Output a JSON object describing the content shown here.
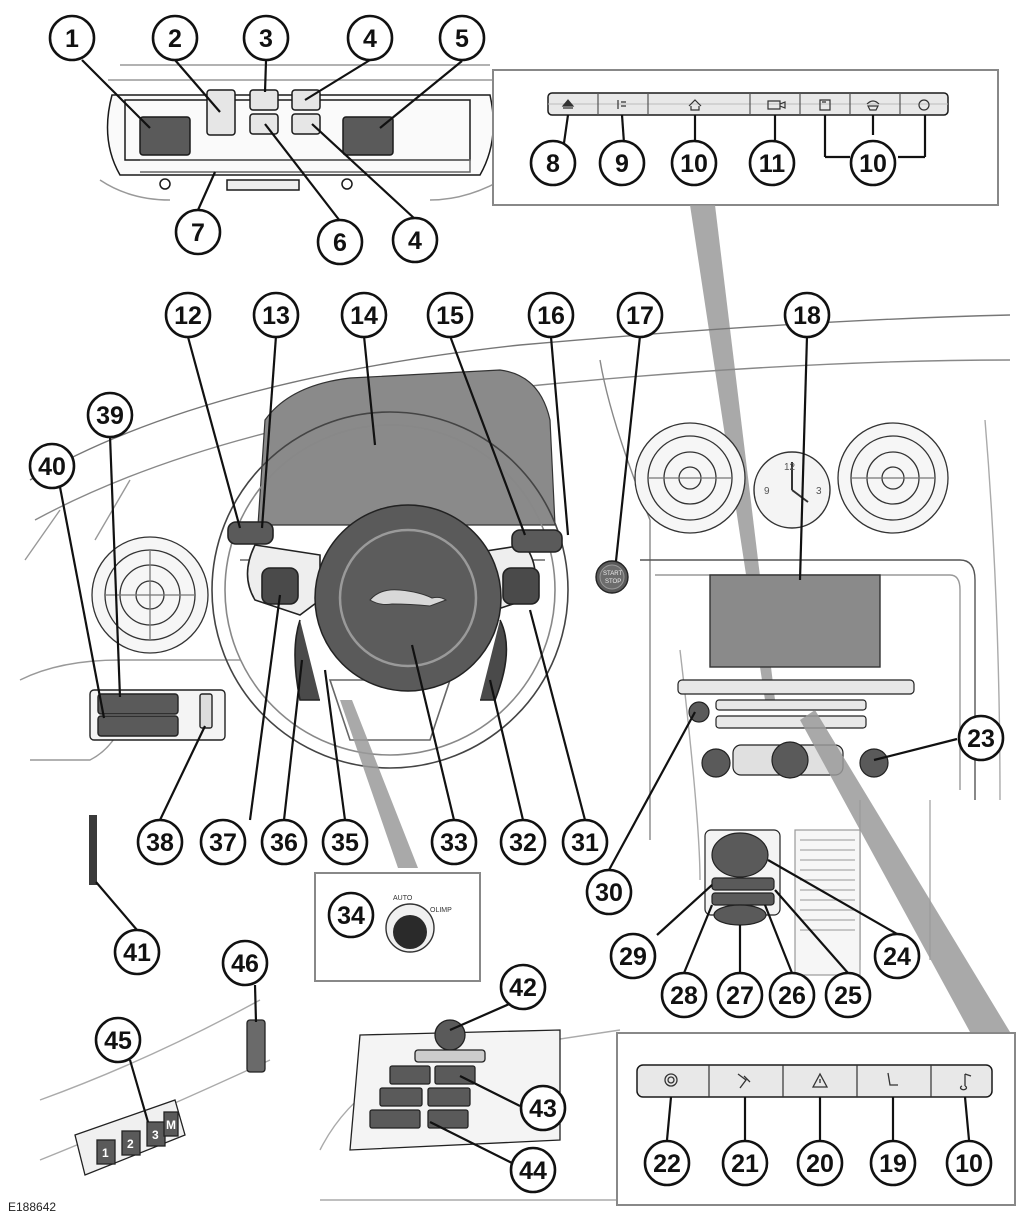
{
  "figure_id": "E188642",
  "icons": {
    "steering_logo": "jaguar-leaper-icon",
    "hazard": "hazard-triangle-icon",
    "seat": "seat-icon",
    "music": "music-note-icon",
    "phone": "phone-icon",
    "home": "home-icon",
    "camera": "camera-icon",
    "eject": "eject-icon",
    "climate": "fan-icon"
  },
  "colors": {
    "line": "#1a1a1a",
    "panel_fill": "#f2f2f2",
    "screen_gray": "#8a8a8a",
    "dark_part": "#4a4a4a",
    "leader_gray": "#9a9a9a"
  },
  "callouts": {
    "c1": "1",
    "c2": "2",
    "c3": "3",
    "c4a": "4",
    "c5": "5",
    "c6": "6",
    "c4b": "4",
    "c7": "7",
    "c8": "8",
    "c9": "9",
    "c10a": "10",
    "c11": "11",
    "c10b": "10",
    "c12": "12",
    "c13": "13",
    "c14": "14",
    "c15": "15",
    "c16": "16",
    "c17": "17",
    "c18": "18",
    "c39": "39",
    "c40": "40",
    "c23": "23",
    "c38": "38",
    "c37": "37",
    "c36": "36",
    "c35": "35",
    "c33": "33",
    "c32": "32",
    "c31": "31",
    "c30": "30",
    "c34": "34",
    "c29": "29",
    "c24": "24",
    "c41": "41",
    "c46": "46",
    "c42": "42",
    "c28": "28",
    "c27": "27",
    "c26": "26",
    "c25": "25",
    "c45": "45",
    "c43": "43",
    "c44": "44",
    "c22": "22",
    "c21": "21",
    "c20": "20",
    "c19": "19",
    "c10c": "10"
  },
  "labels": {
    "start_stop": "START\nSTOP",
    "auto": "AUTO",
    "olimp": "OLIMP",
    "memory_buttons": [
      "1",
      "2",
      "3",
      "M"
    ],
    "clock_numbers": [
      "12",
      "3",
      "9"
    ]
  }
}
